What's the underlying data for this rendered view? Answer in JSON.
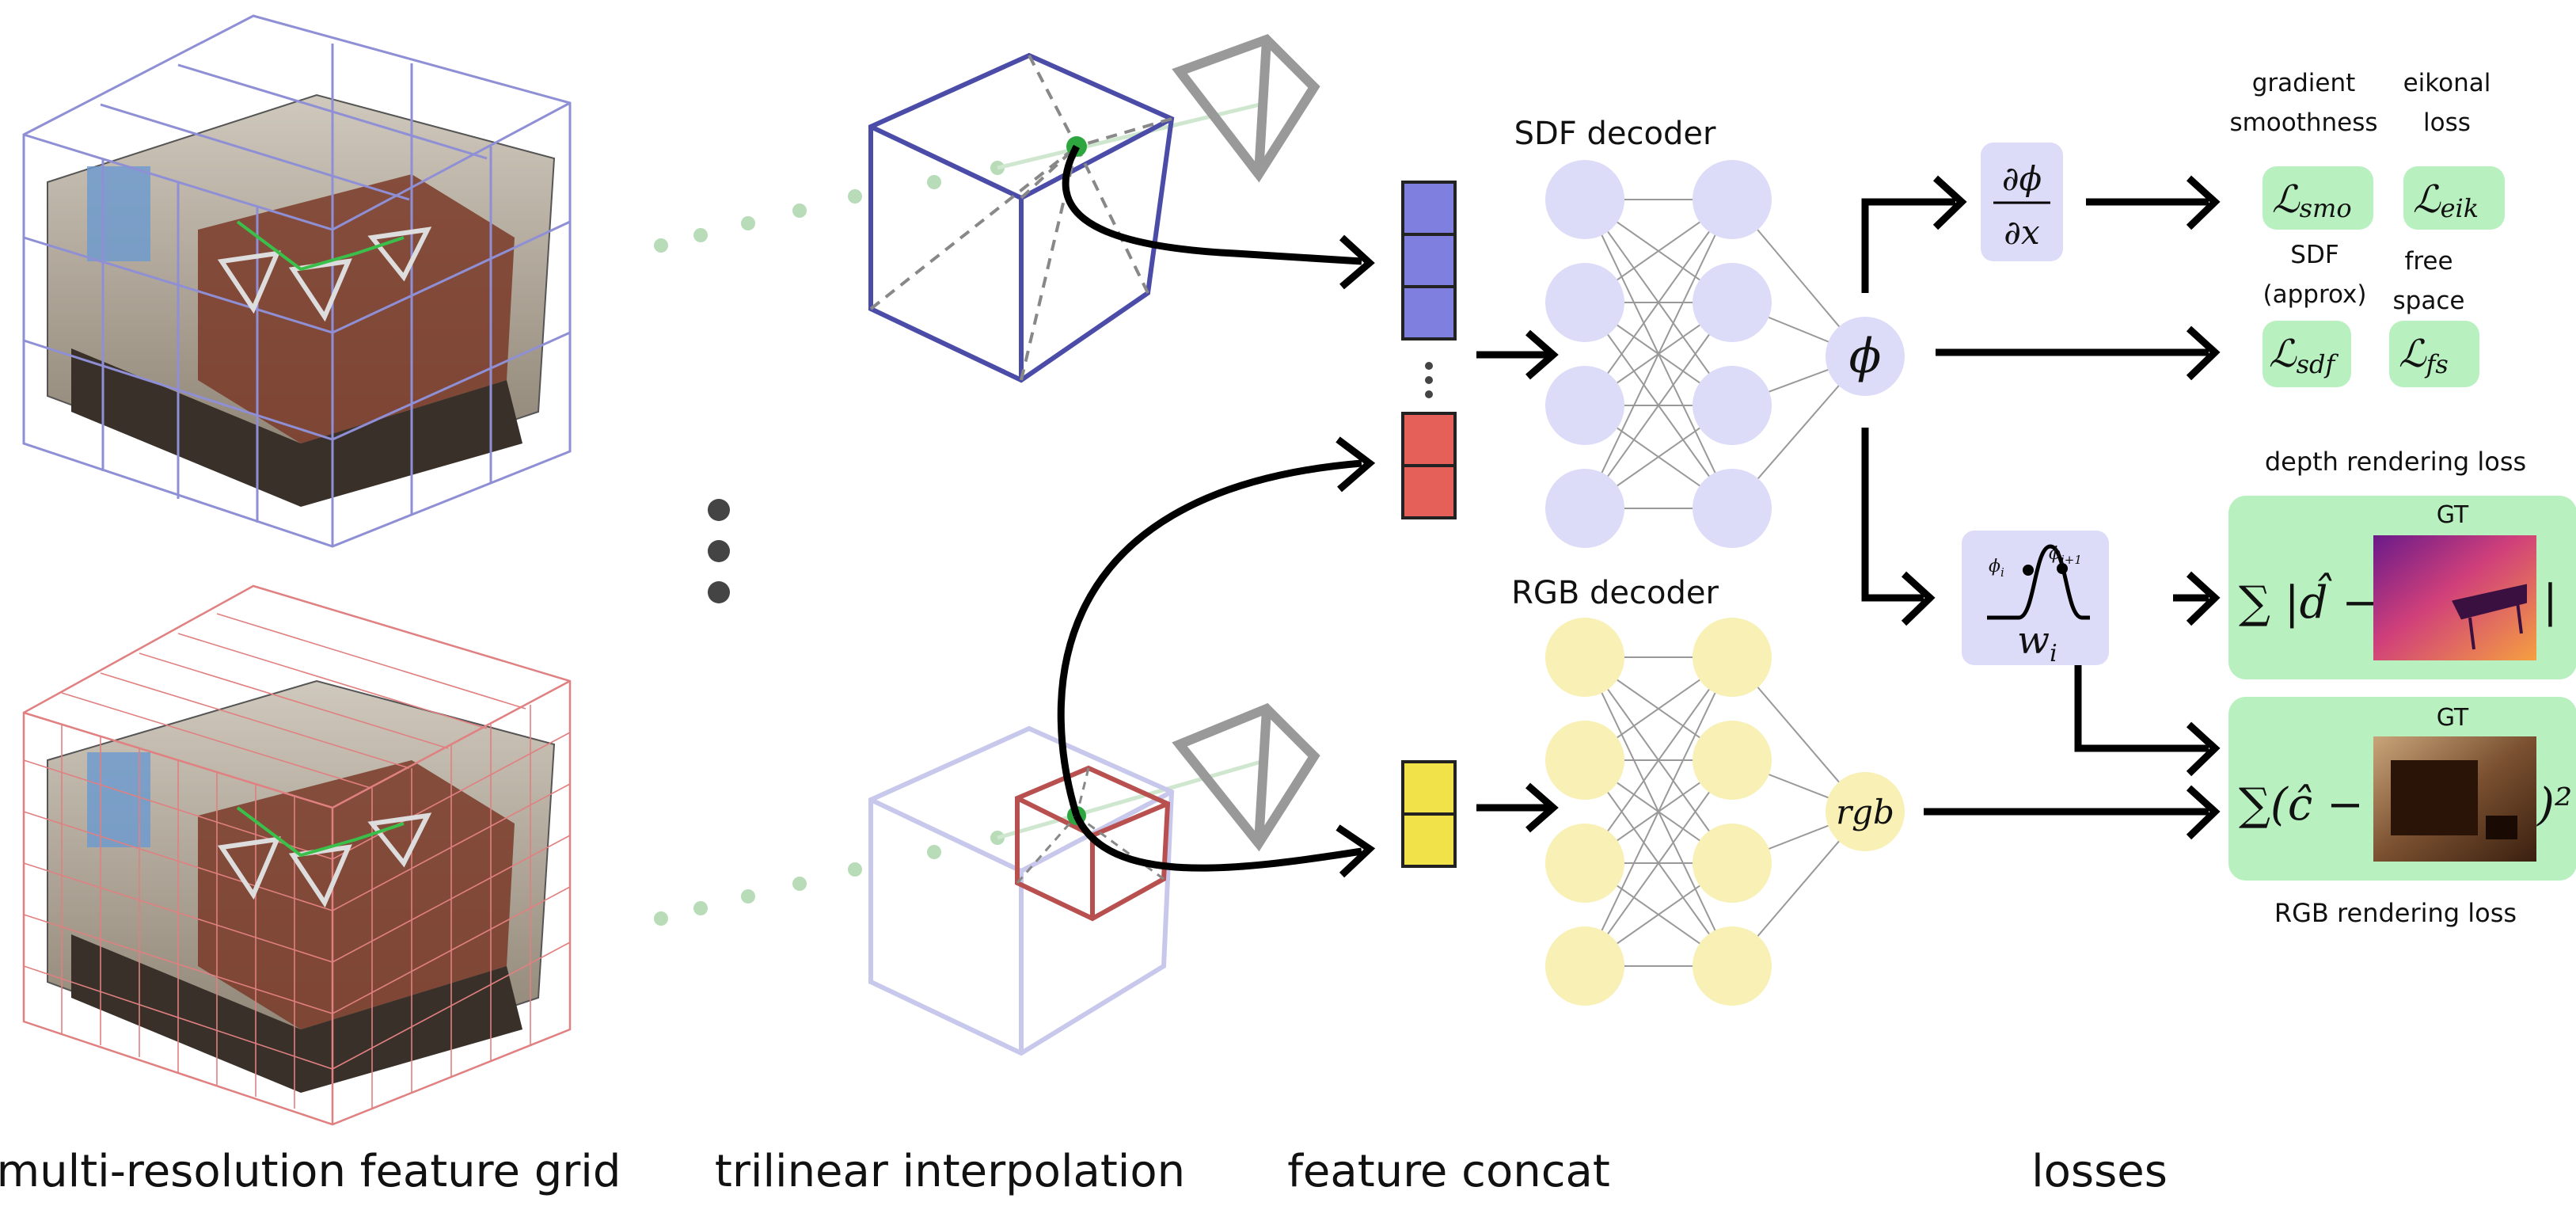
{
  "captions": {
    "grid": "multi-resolution feature grid",
    "interp": "trilinear interpolation",
    "concat": "feature  concat",
    "losses": "losses"
  },
  "decoders": {
    "sdf": "SDF decoder",
    "rgb": "RGB decoder"
  },
  "outputs": {
    "phi": "ϕ",
    "rgb": "rgb",
    "grad_num": "∂ϕ",
    "grad_den": "∂x",
    "weight": "w",
    "weight_sub": "i",
    "phi_i": "ϕ",
    "phi_i_sub": "i",
    "phi_i1": "ϕ",
    "phi_i1_sub": "i+1"
  },
  "loss_labels": {
    "smooth": [
      "gradient",
      "smoothness"
    ],
    "eikonal": [
      "eikonal",
      "loss"
    ],
    "sdf": [
      "SDF",
      "(approx)"
    ],
    "free": [
      "free",
      "space"
    ],
    "depth": "depth rendering loss",
    "rgb": "RGB rendering loss",
    "gt": "GT"
  },
  "loss_terms": {
    "smo": [
      "ℒ",
      "smo"
    ],
    "eik": [
      "ℒ",
      "eik"
    ],
    "sdf": [
      "ℒ",
      "sdf"
    ],
    "fs": [
      "ℒ",
      "fs"
    ],
    "depth_sum": "∑ |d̂ −",
    "depth_end": "|",
    "rgb_sum": "∑(ĉ −",
    "rgb_end": ")²"
  },
  "colors": {
    "coarse_grid": "#8f8fd6",
    "fine_grid": "#e08080",
    "cube_coarse": "#4b4ba8",
    "cube_fine": "#b85050",
    "feat_blue": "#7f7fe0",
    "feat_red": "#e6605a",
    "feat_yellow": "#f2e24a",
    "sdf_node": "#dcdcf8",
    "rgb_node": "#f8f0b4",
    "loss_bg": "#b8f0c0",
    "op_bg": "#dcdcf8"
  }
}
